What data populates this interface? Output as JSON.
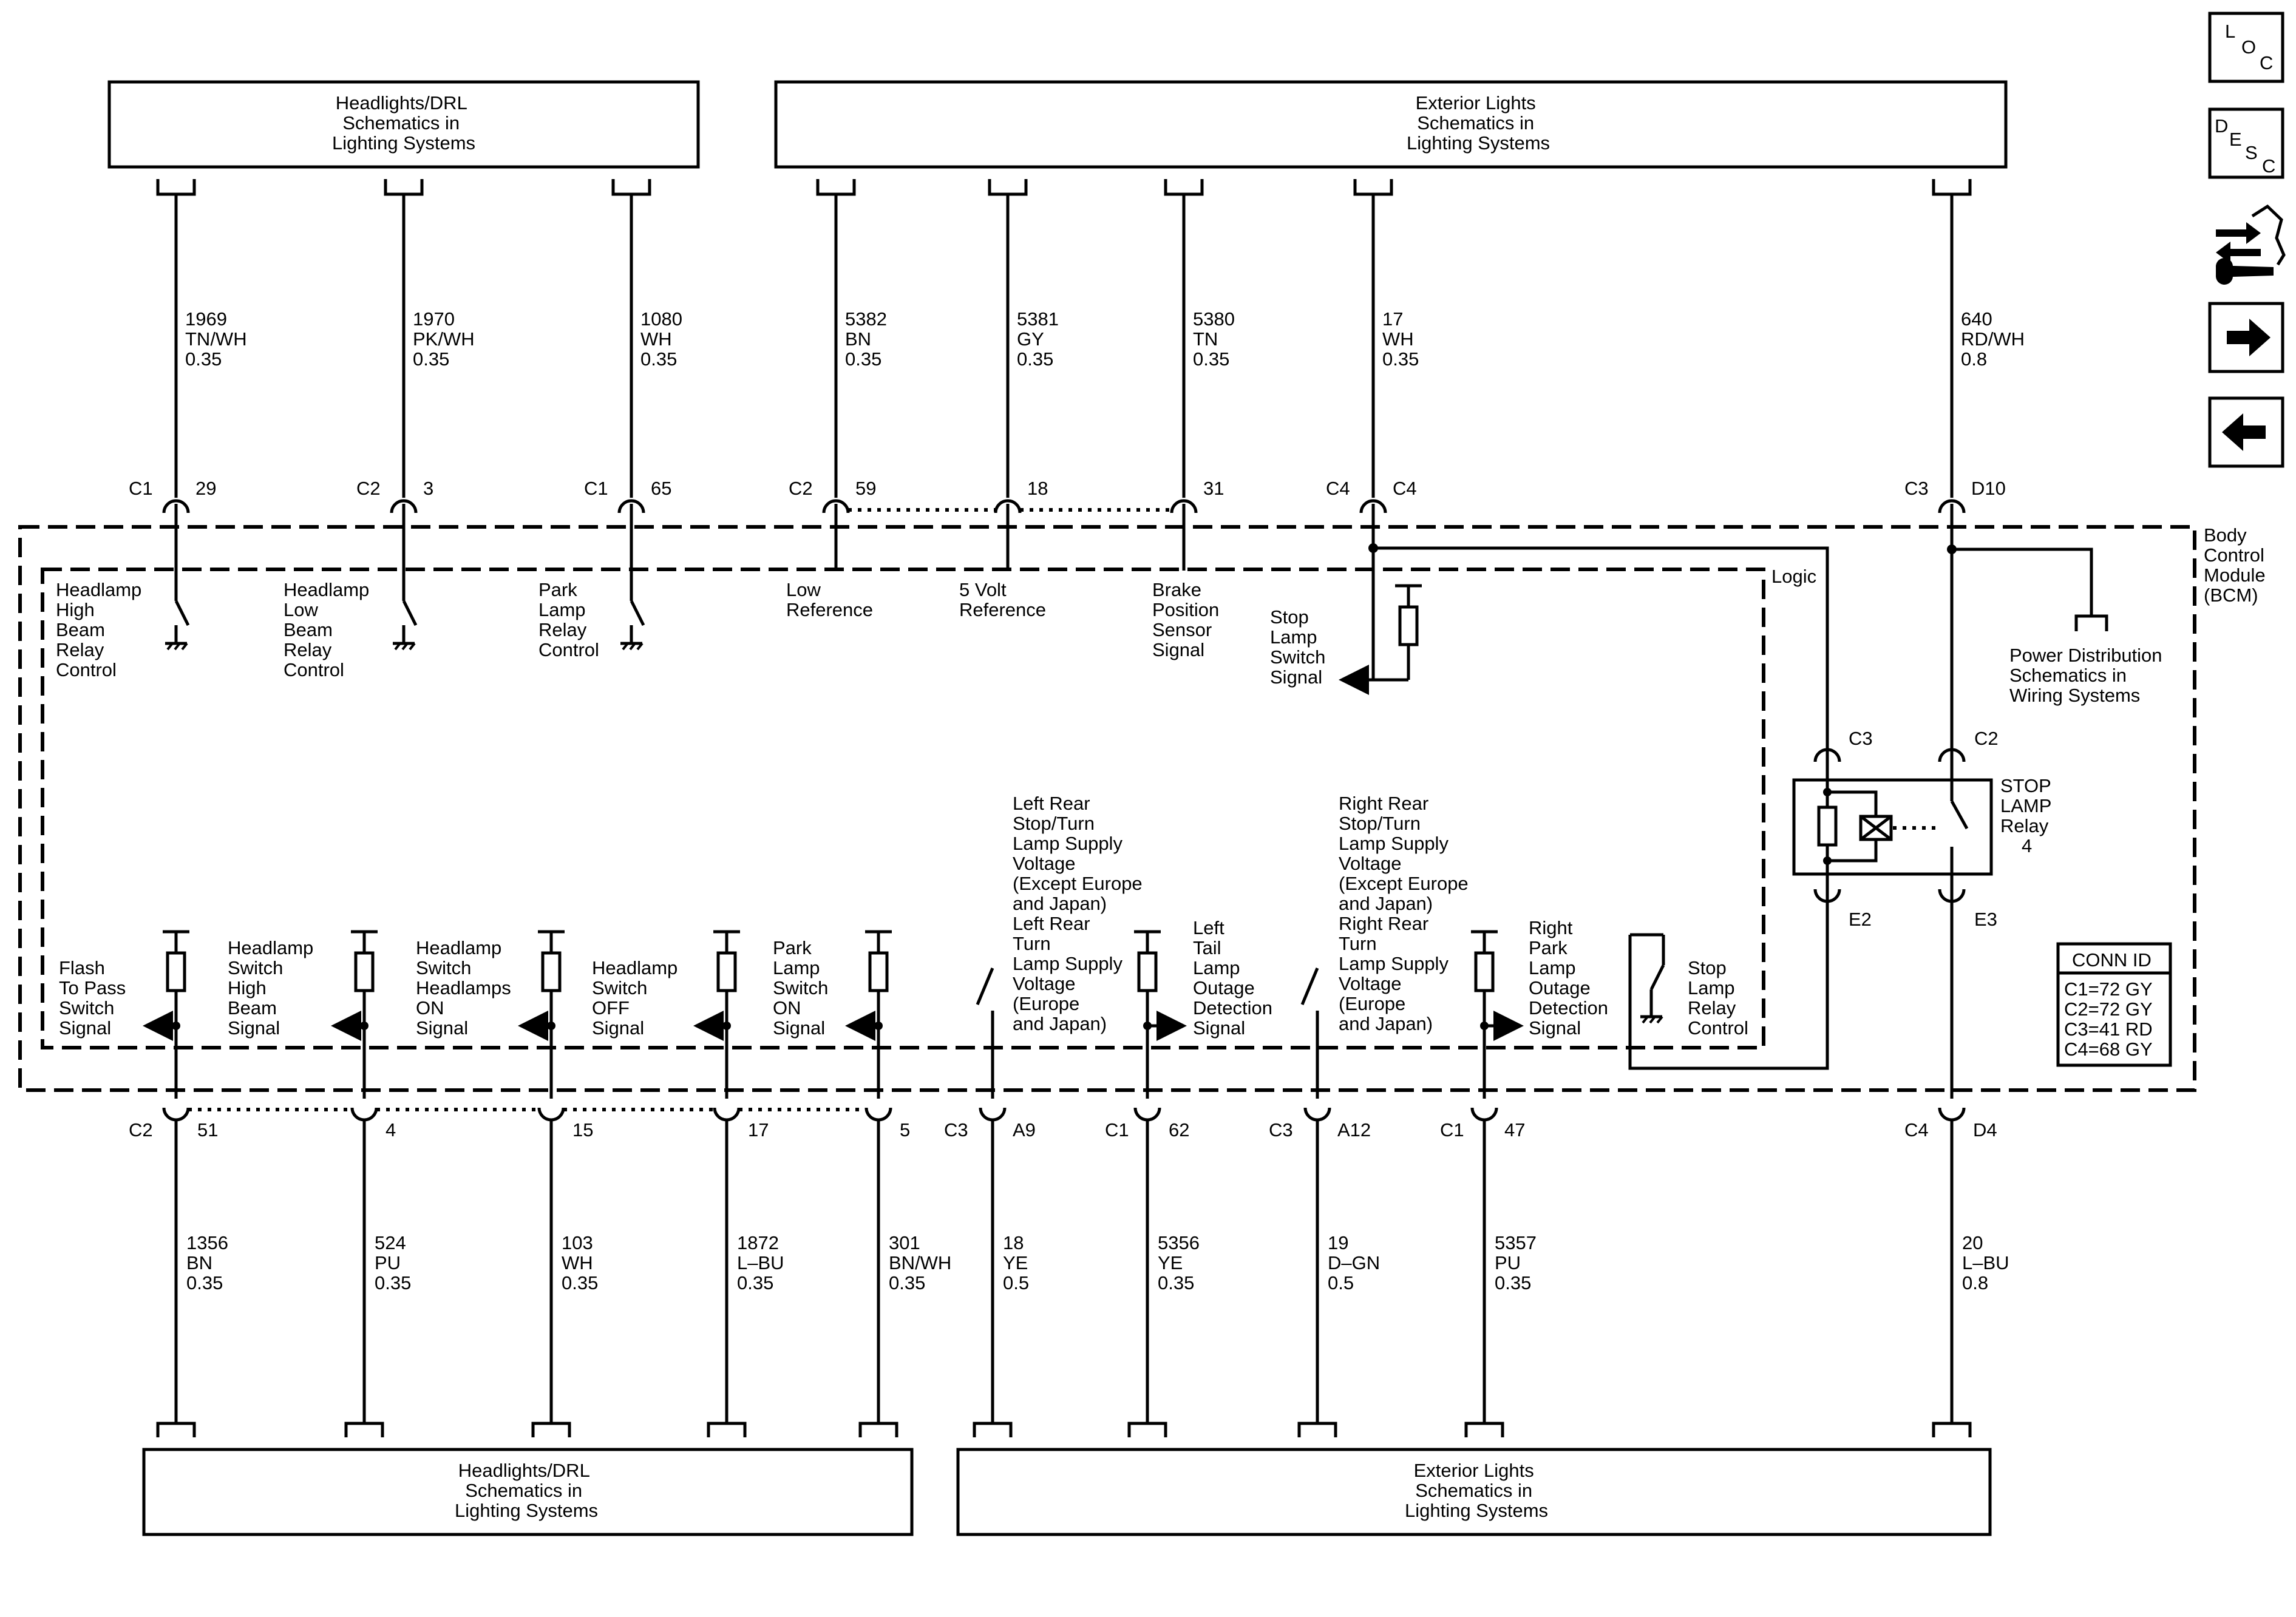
{
  "top_left_box": [
    "Headlights/DRL",
    "Schematics in",
    "Lighting Systems"
  ],
  "top_right_box": [
    "Exterior Lights",
    "Schematics in",
    "Lighting Systems"
  ],
  "bottom_left_box": [
    "Headlights/DRL",
    "Schematics in",
    "Lighting Systems"
  ],
  "bottom_right_box": [
    "Exterior Lights",
    "Schematics in",
    "Lighting Systems"
  ],
  "module_label": [
    "Body",
    "Control",
    "Module",
    "(BCM)"
  ],
  "logic_label": "Logic",
  "nav_icons": {
    "loc": [
      "L",
      "O",
      "C"
    ],
    "desc": [
      "D",
      "E",
      "S",
      "C"
    ],
    "accent_color": "#000000"
  },
  "top_wires": [
    {
      "circuit": "1969",
      "color": "TN/WH",
      "gauge": "0.35",
      "conn": "C1",
      "pin": "29"
    },
    {
      "circuit": "1970",
      "color": "PK/WH",
      "gauge": "0.35",
      "conn": "C2",
      "pin": "3"
    },
    {
      "circuit": "1080",
      "color": "WH",
      "gauge": "0.35",
      "conn": "C1",
      "pin": "65"
    },
    {
      "circuit": "5382",
      "color": "BN",
      "gauge": "0.35",
      "conn": "C2",
      "pin": "59"
    },
    {
      "circuit": "5381",
      "color": "GY",
      "gauge": "0.35",
      "conn": "",
      "pin": "18"
    },
    {
      "circuit": "5380",
      "color": "TN",
      "gauge": "0.35",
      "conn": "",
      "pin": "31"
    },
    {
      "circuit": "17",
      "color": "WH",
      "gauge": "0.35",
      "conn": "C4",
      "pin": "C4"
    },
    {
      "circuit": "640",
      "color": "RD/WH",
      "gauge": "0.8",
      "conn": "C3",
      "pin": "D10"
    }
  ],
  "top_internal_labels": [
    [
      "Headlamp",
      "High",
      "Beam",
      "Relay",
      "Control"
    ],
    [
      "Headlamp",
      "Low",
      "Beam",
      "Relay",
      "Control"
    ],
    [
      "Park",
      "Lamp",
      "Relay",
      "Control"
    ],
    [
      "Low",
      "Reference"
    ],
    [
      "5 Volt",
      "Reference"
    ],
    [
      "Brake",
      "Position",
      "Sensor",
      "Signal"
    ],
    [
      "Stop",
      "Lamp",
      "Switch",
      "Signal"
    ]
  ],
  "power_distribution": [
    "Power Distribution",
    "Schematics in",
    "Wiring Systems"
  ],
  "relay": {
    "label": [
      "STOP",
      "LAMP",
      "Relay",
      "4"
    ],
    "pin_top_left": "C3",
    "pin_top_right": "C2",
    "pin_bottom_left": "E2",
    "pin_bottom_right": "E3"
  },
  "bottom_internal_labels": [
    [
      "Flash",
      "To Pass",
      "Switch",
      "Signal"
    ],
    [
      "Headlamp",
      "Switch",
      "High",
      "Beam",
      "Signal"
    ],
    [
      "Headlamp",
      "Switch",
      "Headlamps",
      "ON",
      "Signal"
    ],
    [
      "Headlamp",
      "Switch",
      "OFF",
      "Signal"
    ],
    [
      "Park",
      "Lamp",
      "Switch",
      "ON",
      "Signal"
    ],
    [
      "Left Rear",
      "Stop/Turn",
      "Lamp Supply",
      "Voltage",
      "(Except Europe",
      "and Japan)",
      "Left Rear",
      "Turn",
      "Lamp Supply",
      "Voltage",
      "(Europe",
      "and Japan)"
    ],
    [
      "Left",
      "Tail",
      "Lamp",
      "Outage",
      "Detection",
      "Signal"
    ],
    [
      "Right Rear",
      "Stop/Turn",
      "Lamp Supply",
      "Voltage",
      "(Except Europe",
      "and Japan)",
      "Right Rear",
      "Turn",
      "Lamp Supply",
      "Voltage",
      "(Europe",
      "and Japan)"
    ],
    [
      "Right",
      "Park",
      "Lamp",
      "Outage",
      "Detection",
      "Signal"
    ],
    [
      "Stop",
      "Lamp",
      "Relay",
      "Control"
    ]
  ],
  "bottom_wires": [
    {
      "circuit": "1356",
      "color": "BN",
      "gauge": "0.35",
      "conn": "C2",
      "pin": "51"
    },
    {
      "circuit": "524",
      "color": "PU",
      "gauge": "0.35",
      "conn": "",
      "pin": "4"
    },
    {
      "circuit": "103",
      "color": "WH",
      "gauge": "0.35",
      "conn": "",
      "pin": "15"
    },
    {
      "circuit": "1872",
      "color": "L–BU",
      "gauge": "0.35",
      "conn": "",
      "pin": "17"
    },
    {
      "circuit": "301",
      "color": "BN/WH",
      "gauge": "0.35",
      "conn": "",
      "pin": "5"
    },
    {
      "circuit": "18",
      "color": "YE",
      "gauge": "0.5",
      "conn": "C3",
      "pin": "A9"
    },
    {
      "circuit": "5356",
      "color": "YE",
      "gauge": "0.35",
      "conn": "C1",
      "pin": "62"
    },
    {
      "circuit": "19",
      "color": "D–GN",
      "gauge": "0.5",
      "conn": "C3",
      "pin": "A12"
    },
    {
      "circuit": "5357",
      "color": "PU",
      "gauge": "0.35",
      "conn": "C1",
      "pin": "47"
    },
    {
      "circuit": "20",
      "color": "L–BU",
      "gauge": "0.8",
      "conn": "C4",
      "pin": "D4"
    }
  ],
  "conn_id": {
    "title": "CONN ID",
    "rows": [
      "C1=72 GY",
      "C2=72 GY",
      "C3=41 RD",
      "C4=68 GY"
    ]
  }
}
